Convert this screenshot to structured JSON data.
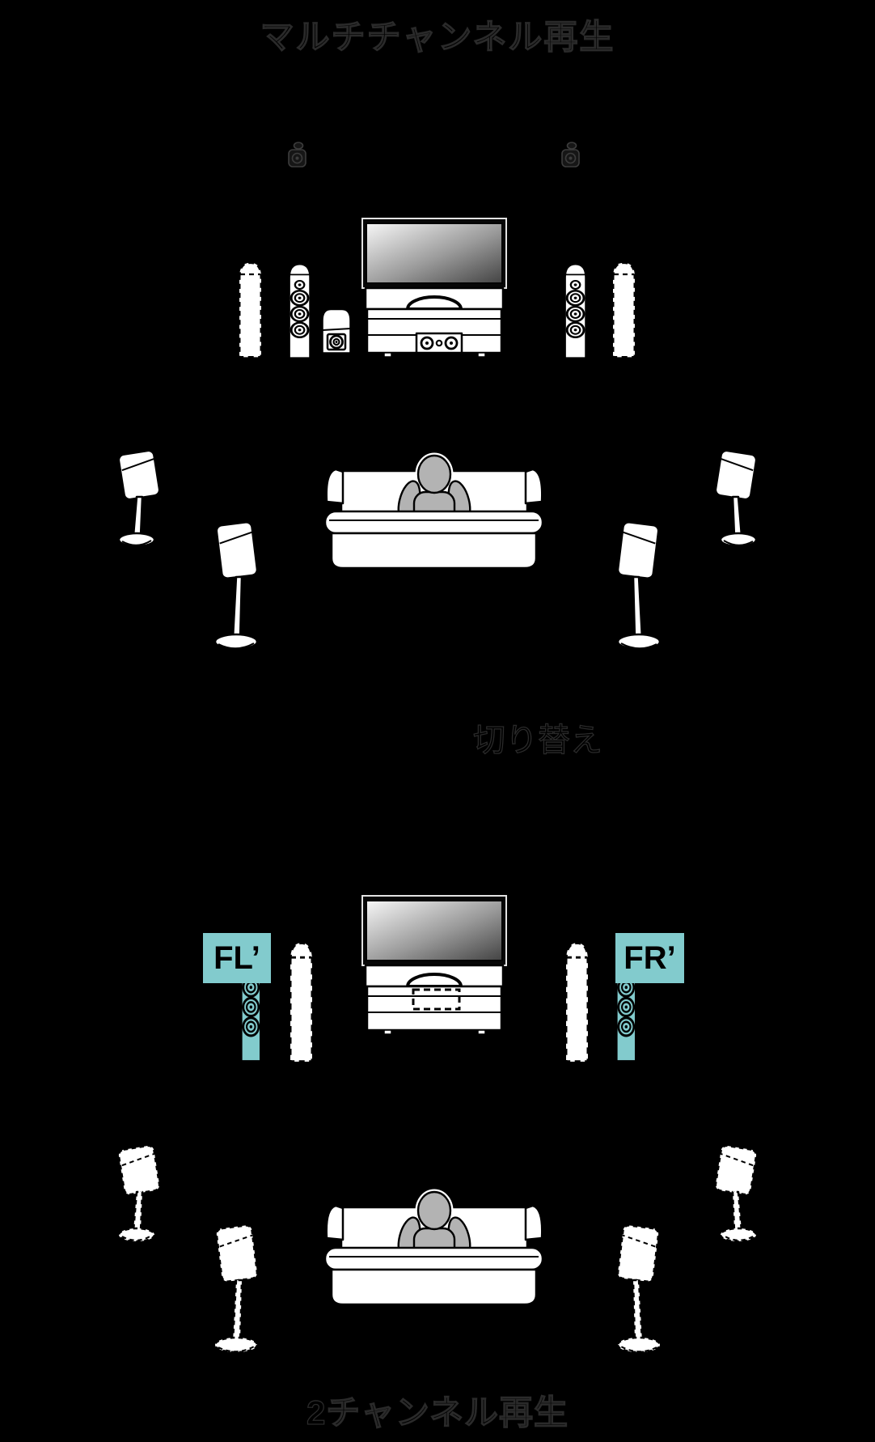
{
  "colors": {
    "background": "#000000",
    "highlight_teal": "#82cbcd",
    "person_gray": "#b3b3b3",
    "ghost_text": "#2a2a2a"
  },
  "top_diagram": {
    "caption": "マルチチャンネル再生"
  },
  "transition": {
    "label": "切り替え"
  },
  "bottom_diagram": {
    "caption": "2チャンネル再生",
    "front_left_label": "FL’",
    "front_right_label": "FR’"
  }
}
